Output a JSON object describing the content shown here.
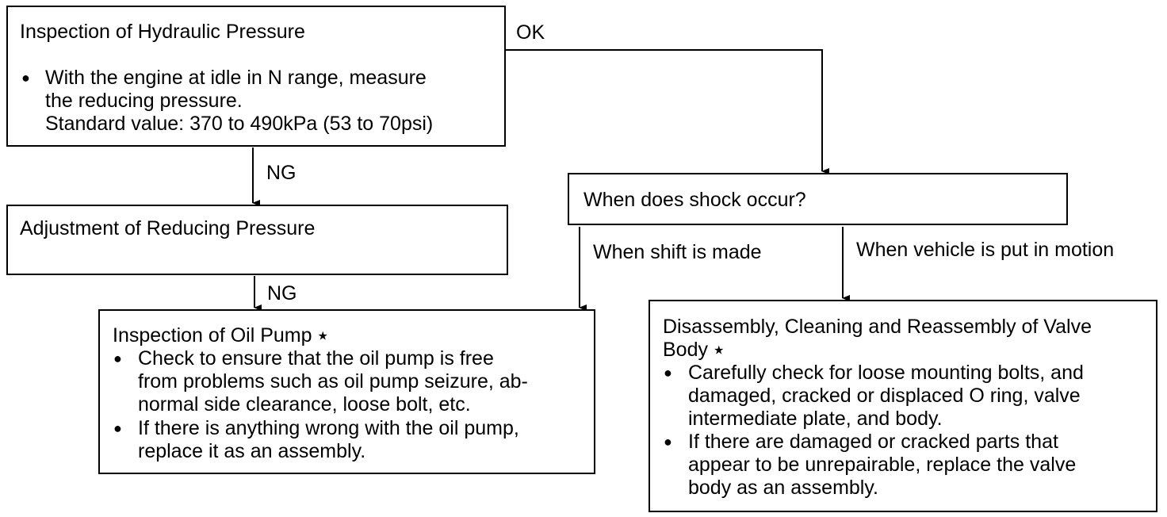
{
  "boxes": {
    "hydraulic": {
      "title": "Inspection of Hydraulic Pressure",
      "bullets": [
        {
          "lines": [
            "With the engine at idle in N range, measure",
            "the reducing pressure.",
            "Standard value: 370 to 490kPa (53 to 70psi)"
          ]
        }
      ]
    },
    "reducing": {
      "title": "Adjustment of Reducing Pressure"
    },
    "oil_pump": {
      "title": "Inspection of Oil Pump",
      "star": "★",
      "bullets": [
        {
          "lines": [
            "Check to ensure that the oil pump is free",
            "from problems such as oil pump seizure, ab-",
            "normal side clearance, loose bolt, etc."
          ]
        },
        {
          "lines": [
            "If there is anything wrong with the oil pump,",
            "replace it as an assembly."
          ]
        }
      ]
    },
    "shock": {
      "title": "When does shock occur?"
    },
    "valve_body": {
      "title_lines": [
        "Disassembly, Cleaning and Reassembly of Valve",
        "Body"
      ],
      "star": "★",
      "bullets": [
        {
          "lines": [
            "Carefully check for loose mounting bolts, and",
            "damaged, cracked or displaced O ring, valve",
            "intermediate plate, and body."
          ]
        },
        {
          "lines": [
            "If there are damaged or cracked parts that",
            "appear to be unrepairable, replace the valve",
            "body as an assembly."
          ]
        }
      ]
    }
  },
  "labels": {
    "ok": "OK",
    "ng1": "NG",
    "ng2": "NG",
    "shift": "When shift is made",
    "motion": "When vehicle is put in motion"
  },
  "bullet_glyph": "●"
}
